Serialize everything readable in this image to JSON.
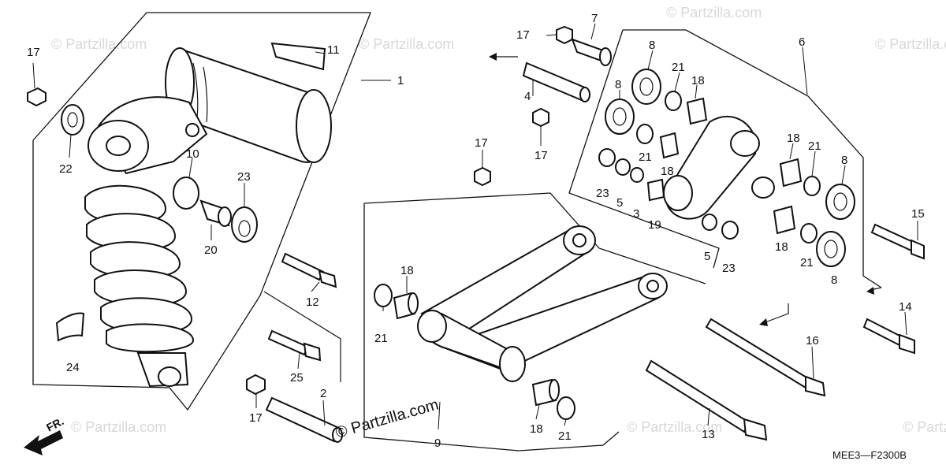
{
  "diagram": {
    "code": "MEE3—F2300B",
    "direction_label": "FR.",
    "watermark_main": "© Partzilla.com",
    "watermark_repeat": "© Partzilla.com",
    "callouts": [
      {
        "id": "c1",
        "label": "1"
      },
      {
        "id": "c2",
        "label": "2"
      },
      {
        "id": "c3",
        "label": "3"
      },
      {
        "id": "c4",
        "label": "4"
      },
      {
        "id": "c5a",
        "label": "5"
      },
      {
        "id": "c5b",
        "label": "5"
      },
      {
        "id": "c6",
        "label": "6"
      },
      {
        "id": "c7",
        "label": "7"
      },
      {
        "id": "c8a",
        "label": "8"
      },
      {
        "id": "c8b",
        "label": "8"
      },
      {
        "id": "c8c",
        "label": "8"
      },
      {
        "id": "c8d",
        "label": "8"
      },
      {
        "id": "c9",
        "label": "9"
      },
      {
        "id": "c10",
        "label": "10"
      },
      {
        "id": "c11",
        "label": "11"
      },
      {
        "id": "c12",
        "label": "12"
      },
      {
        "id": "c13",
        "label": "13"
      },
      {
        "id": "c14",
        "label": "14"
      },
      {
        "id": "c15",
        "label": "15"
      },
      {
        "id": "c16",
        "label": "16"
      },
      {
        "id": "c17a",
        "label": "17"
      },
      {
        "id": "c17b",
        "label": "17"
      },
      {
        "id": "c17c",
        "label": "17"
      },
      {
        "id": "c17d",
        "label": "17"
      },
      {
        "id": "c17e",
        "label": "17"
      },
      {
        "id": "c18a",
        "label": "18"
      },
      {
        "id": "c18b",
        "label": "18"
      },
      {
        "id": "c18c",
        "label": "18"
      },
      {
        "id": "c18d",
        "label": "18"
      },
      {
        "id": "c18e",
        "label": "18"
      },
      {
        "id": "c18f",
        "label": "18"
      },
      {
        "id": "c19",
        "label": "19"
      },
      {
        "id": "c20",
        "label": "20"
      },
      {
        "id": "c21a",
        "label": "21"
      },
      {
        "id": "c21b",
        "label": "21"
      },
      {
        "id": "c21c",
        "label": "21"
      },
      {
        "id": "c21d",
        "label": "21"
      },
      {
        "id": "c21e",
        "label": "21"
      },
      {
        "id": "c21f",
        "label": "21"
      },
      {
        "id": "c22",
        "label": "22"
      },
      {
        "id": "c23a",
        "label": "23"
      },
      {
        "id": "c23b",
        "label": "23"
      },
      {
        "id": "c23c",
        "label": "23"
      },
      {
        "id": "c24",
        "label": "24"
      },
      {
        "id": "c25",
        "label": "25"
      }
    ]
  }
}
